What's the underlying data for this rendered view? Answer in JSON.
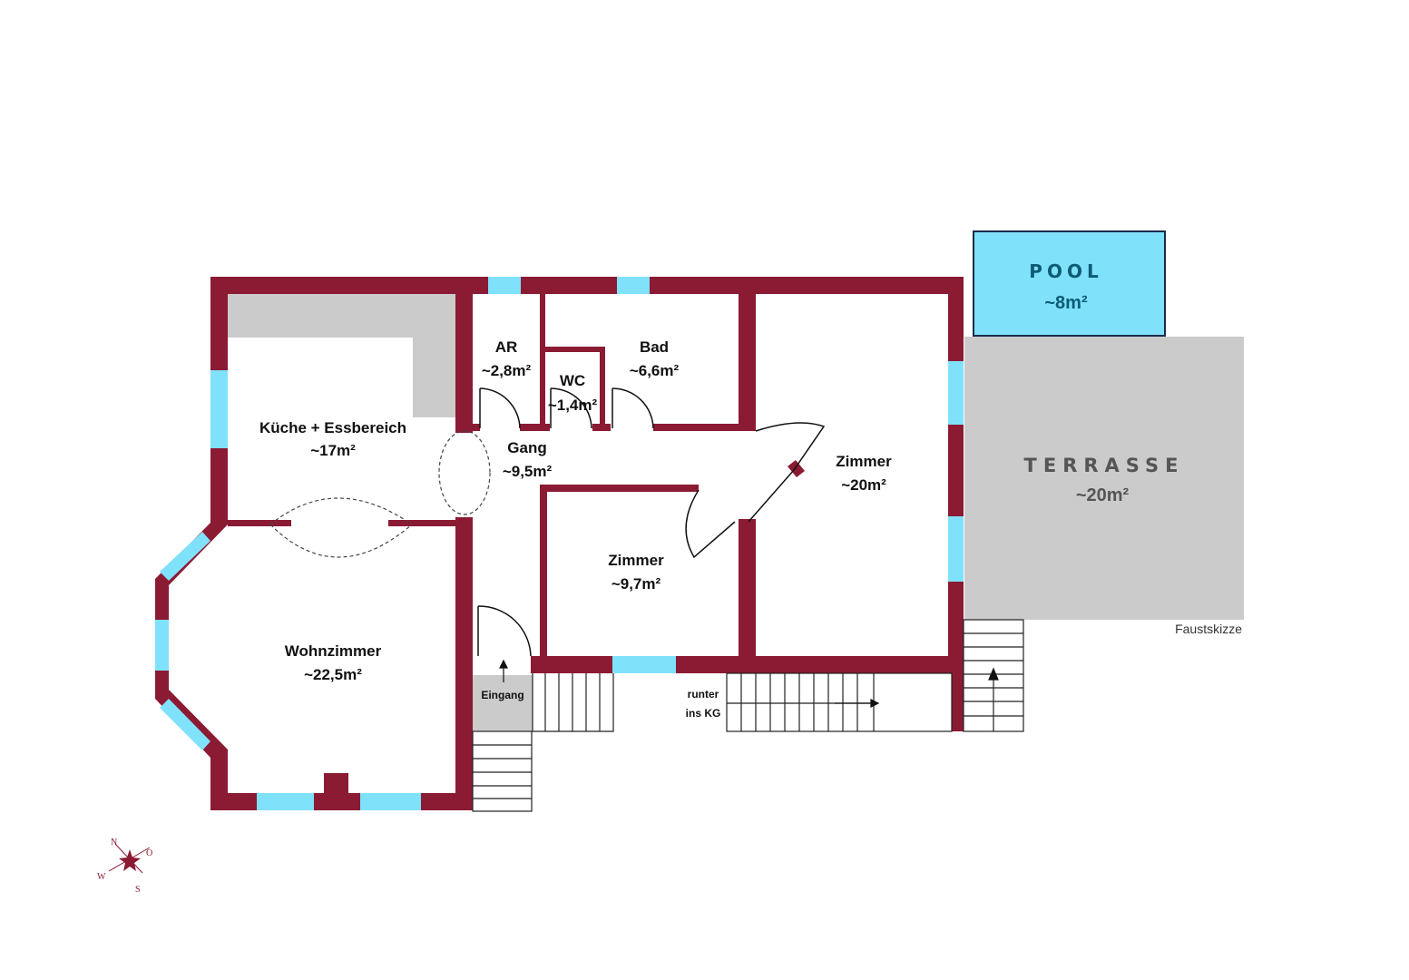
{
  "colors": {
    "wall": "#8b1a33",
    "window": "#80e1fa",
    "terrace": "#cbcbcb",
    "kitchen_counter": "#cbcbcb",
    "pool": "#80e1fa",
    "pool_text": "#0d5b74",
    "terrace_text": "#555555"
  },
  "rooms": {
    "kueche": {
      "name": "Küche + Essbereich",
      "area": "~17m²"
    },
    "ar": {
      "name": "AR",
      "area": "~2,8m²"
    },
    "wc": {
      "name": "WC",
      "area": "~1,4m²"
    },
    "bad": {
      "name": "Bad",
      "area": "~6,6m²"
    },
    "gang": {
      "name": "Gang",
      "area": "~9,5m²"
    },
    "zimmer_gross": {
      "name": "Zimmer",
      "area": "~20m²"
    },
    "zimmer_klein": {
      "name": "Zimmer",
      "area": "~9,7m²"
    },
    "wohnzimmer": {
      "name": "Wohnzimmer",
      "area": "~22,5m²"
    }
  },
  "outdoor": {
    "pool": {
      "name": "POOL",
      "area": "~8m²"
    },
    "terrasse": {
      "name": "TERRASSE",
      "area": "~20m²"
    }
  },
  "labels": {
    "eingang": "Eingang",
    "stairs_down_line1": "runter",
    "stairs_down_line2": "ins KG",
    "note": "Faustskizze"
  },
  "compass": {
    "n": "N",
    "o": "O",
    "s": "S",
    "w": "W"
  }
}
